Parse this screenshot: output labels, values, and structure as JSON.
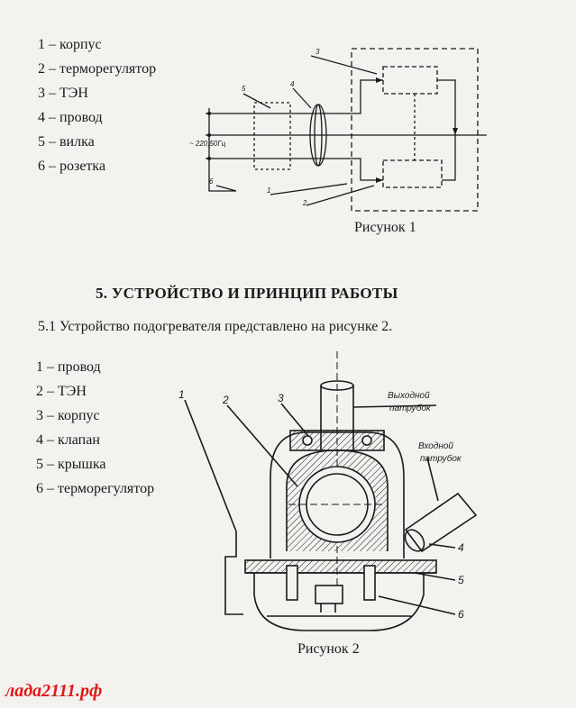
{
  "legend1": [
    "1 – корпус",
    "2 – терморегулятор",
    "3 – ТЭН",
    "4 – провод",
    "5 –  вилка",
    "6 – розетка"
  ],
  "figure1": {
    "caption": "Рисунок 1",
    "voltage_label": "~ 220,50Гц",
    "callouts": [
      "1",
      "2",
      "3",
      "4",
      "5",
      "6"
    ]
  },
  "section": {
    "heading": "5. УСТРОЙСТВО И ПРИНЦИП РАБОТЫ",
    "paragraph": "5.1 Устройство подогревателя представлено на рисунке 2."
  },
  "legend2": [
    "1 – провод",
    "2 – ТЭН",
    "3 – корпус",
    "4 – клапан",
    "5 – крышка",
    "6 – терморегулятор"
  ],
  "figure2": {
    "caption": "Рисунок 2",
    "outlet_label": [
      "Выходной",
      "патрубок"
    ],
    "inlet_label": [
      "Входной",
      "патрубок"
    ],
    "callouts": [
      "1",
      "2",
      "3",
      "4",
      "5",
      "6"
    ]
  },
  "watermark": "лада2111.рф",
  "colors": {
    "ink": "#1a1a1a",
    "paper": "#f4f2ee",
    "watermark": "#e01818"
  }
}
